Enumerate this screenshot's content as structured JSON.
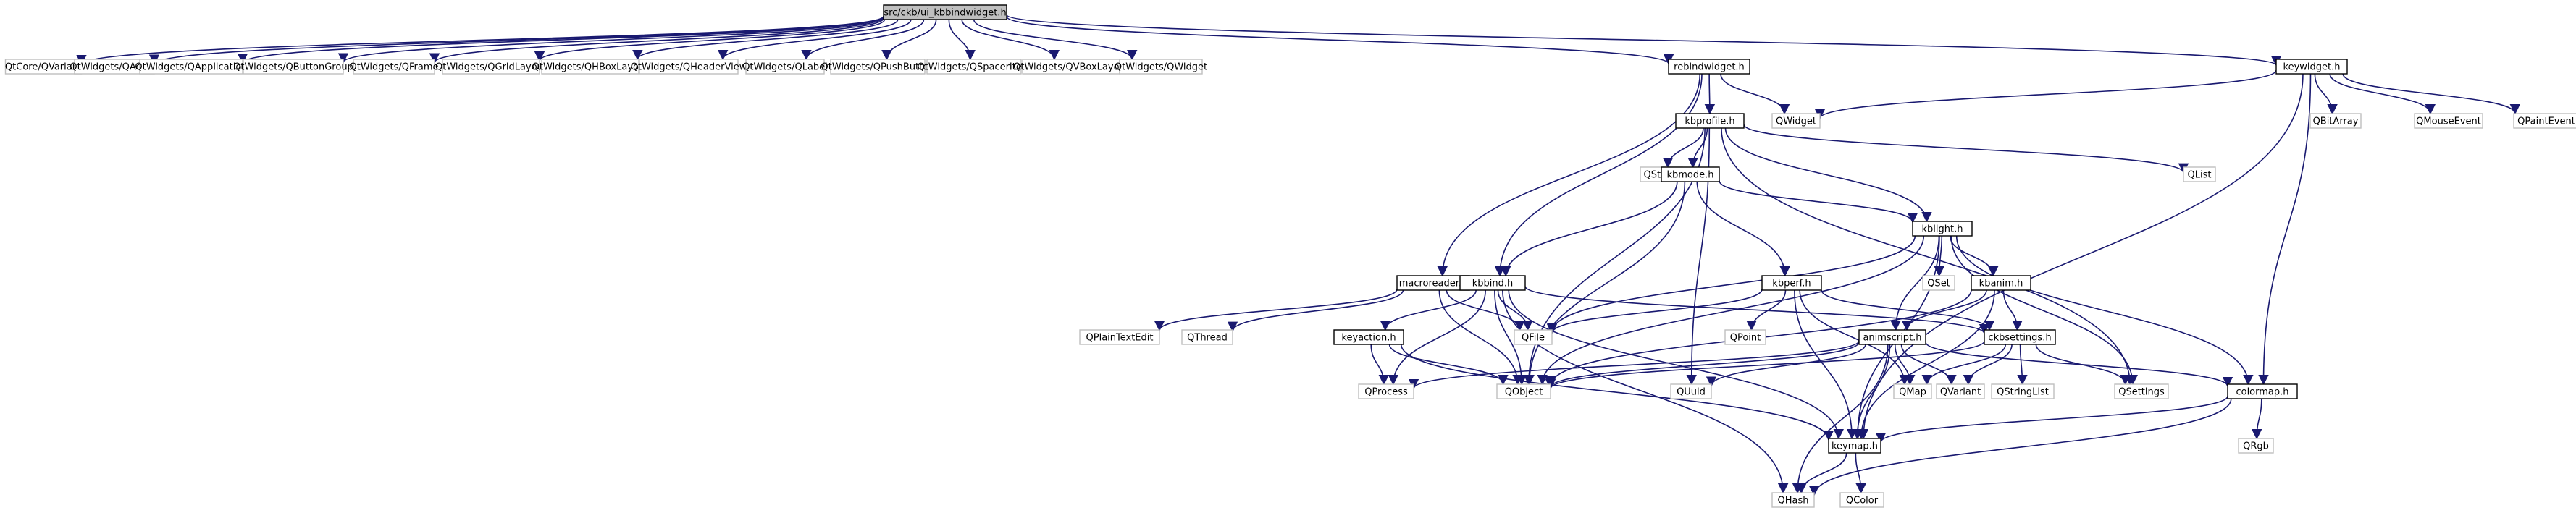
{
  "diagram": {
    "type": "include-dependency-graph",
    "colors": {
      "edge": "#191970",
      "root_fill": "#bfbfbf",
      "internal_fill": "#ffffff",
      "internal_border": "#000000",
      "external_border": "#bfbfbf",
      "external_text": "#000000"
    },
    "nodes": [
      {
        "id": "root",
        "label": "src/ckb/ui_kbbindwidget.h",
        "kind": "root"
      },
      {
        "id": "qvariant_core",
        "label": "QtCore/QVariant",
        "kind": "external"
      },
      {
        "id": "qaction",
        "label": "QtWidgets/QAction",
        "kind": "external"
      },
      {
        "id": "qapplication",
        "label": "QtWidgets/QApplication",
        "kind": "external"
      },
      {
        "id": "qbuttongroup",
        "label": "QtWidgets/QButtonGroup",
        "kind": "external"
      },
      {
        "id": "qframe",
        "label": "QtWidgets/QFrame",
        "kind": "external"
      },
      {
        "id": "qgridlayout",
        "label": "QtWidgets/QGridLayout",
        "kind": "external"
      },
      {
        "id": "qhboxlayout",
        "label": "QtWidgets/QHBoxLayout",
        "kind": "external"
      },
      {
        "id": "qheaderview",
        "label": "QtWidgets/QHeaderView",
        "kind": "external"
      },
      {
        "id": "qlabel",
        "label": "QtWidgets/QLabel",
        "kind": "external"
      },
      {
        "id": "qpushbutton",
        "label": "QtWidgets/QPushButton",
        "kind": "external"
      },
      {
        "id": "qspaceritem",
        "label": "QtWidgets/QSpacerItem",
        "kind": "external"
      },
      {
        "id": "qvboxlayout",
        "label": "QtWidgets/QVBoxLayout",
        "kind": "external"
      },
      {
        "id": "qwidget_w",
        "label": "QtWidgets/QWidget",
        "kind": "external"
      },
      {
        "id": "rebindwidget",
        "label": "rebindwidget.h",
        "kind": "internal"
      },
      {
        "id": "keywidget",
        "label": "keywidget.h",
        "kind": "internal"
      },
      {
        "id": "qwidget",
        "label": "QWidget",
        "kind": "external"
      },
      {
        "id": "qbitarray",
        "label": "QBitArray",
        "kind": "external"
      },
      {
        "id": "qmouseevent",
        "label": "QMouseEvent",
        "kind": "external"
      },
      {
        "id": "qpaintevent",
        "label": "QPaintEvent",
        "kind": "external"
      },
      {
        "id": "kbprofile",
        "label": "kbprofile.h",
        "kind": "internal"
      },
      {
        "id": "qstring",
        "label": "QString",
        "kind": "external"
      },
      {
        "id": "qlist",
        "label": "QList",
        "kind": "external"
      },
      {
        "id": "kbmode",
        "label": "kbmode.h",
        "kind": "internal"
      },
      {
        "id": "kblight",
        "label": "kblight.h",
        "kind": "internal"
      },
      {
        "id": "macroreader",
        "label": "macroreader.h",
        "kind": "internal"
      },
      {
        "id": "kbbind",
        "label": "kbbind.h",
        "kind": "internal"
      },
      {
        "id": "kbperf",
        "label": "kbperf.h",
        "kind": "internal"
      },
      {
        "id": "qset",
        "label": "QSet",
        "kind": "external"
      },
      {
        "id": "kbanim",
        "label": "kbanim.h",
        "kind": "internal"
      },
      {
        "id": "qplaintextedit",
        "label": "QPlainTextEdit",
        "kind": "external"
      },
      {
        "id": "qthread",
        "label": "QThread",
        "kind": "external"
      },
      {
        "id": "qfile",
        "label": "QFile",
        "kind": "external"
      },
      {
        "id": "qpoint",
        "label": "QPoint",
        "kind": "external"
      },
      {
        "id": "animscript",
        "label": "animscript.h",
        "kind": "internal"
      },
      {
        "id": "ckbsettings",
        "label": "ckbsettings.h",
        "kind": "internal"
      },
      {
        "id": "keyaction",
        "label": "keyaction.h",
        "kind": "internal"
      },
      {
        "id": "qmap",
        "label": "QMap",
        "kind": "external"
      },
      {
        "id": "qvariant",
        "label": "QVariant",
        "kind": "external"
      },
      {
        "id": "qstringlist",
        "label": "QStringList",
        "kind": "external"
      },
      {
        "id": "qsettings",
        "label": "QSettings",
        "kind": "external"
      },
      {
        "id": "colormap",
        "label": "colormap.h",
        "kind": "internal"
      },
      {
        "id": "qprocess",
        "label": "QProcess",
        "kind": "external"
      },
      {
        "id": "qobject",
        "label": "QObject",
        "kind": "external"
      },
      {
        "id": "quuid",
        "label": "QUuid",
        "kind": "external"
      },
      {
        "id": "qrgb",
        "label": "QRgb",
        "kind": "external"
      },
      {
        "id": "keymap",
        "label": "keymap.h",
        "kind": "internal"
      },
      {
        "id": "qhash",
        "label": "QHash",
        "kind": "external"
      },
      {
        "id": "qcolor",
        "label": "QColor",
        "kind": "external"
      }
    ],
    "edges": [
      [
        "root",
        "qvariant_core"
      ],
      [
        "root",
        "qaction"
      ],
      [
        "root",
        "qapplication"
      ],
      [
        "root",
        "qbuttongroup"
      ],
      [
        "root",
        "qframe"
      ],
      [
        "root",
        "qgridlayout"
      ],
      [
        "root",
        "qhboxlayout"
      ],
      [
        "root",
        "qheaderview"
      ],
      [
        "root",
        "qlabel"
      ],
      [
        "root",
        "qpushbutton"
      ],
      [
        "root",
        "qspaceritem"
      ],
      [
        "root",
        "qvboxlayout"
      ],
      [
        "root",
        "qwidget_w"
      ],
      [
        "root",
        "rebindwidget"
      ],
      [
        "root",
        "keywidget"
      ],
      [
        "rebindwidget",
        "qwidget"
      ],
      [
        "rebindwidget",
        "kbprofile"
      ],
      [
        "rebindwidget",
        "macroreader"
      ],
      [
        "rebindwidget",
        "kbbind"
      ],
      [
        "keywidget",
        "qwidget"
      ],
      [
        "keywidget",
        "qbitarray"
      ],
      [
        "keywidget",
        "qmouseevent"
      ],
      [
        "keywidget",
        "qpaintevent"
      ],
      [
        "keywidget",
        "colormap"
      ],
      [
        "keywidget",
        "keymap"
      ],
      [
        "kbprofile",
        "qstring"
      ],
      [
        "kbprofile",
        "qlist"
      ],
      [
        "kbprofile",
        "kbmode"
      ],
      [
        "kbprofile",
        "kblight"
      ],
      [
        "kbprofile",
        "qobject"
      ],
      [
        "kbprofile",
        "quuid"
      ],
      [
        "kbprofile",
        "qsettings"
      ],
      [
        "kbmode",
        "kbbind"
      ],
      [
        "kbmode",
        "kbperf"
      ],
      [
        "kbmode",
        "kblight"
      ],
      [
        "kbmode",
        "qobject"
      ],
      [
        "kblight",
        "qset"
      ],
      [
        "kblight",
        "kbanim"
      ],
      [
        "kblight",
        "animscript"
      ],
      [
        "kblight",
        "qfile"
      ],
      [
        "kblight",
        "qobject"
      ],
      [
        "kblight",
        "colormap"
      ],
      [
        "kblight",
        "qsettings"
      ],
      [
        "kblight",
        "keymap"
      ],
      [
        "macroreader",
        "qplaintextedit"
      ],
      [
        "macroreader",
        "qthread"
      ],
      [
        "macroreader",
        "qfile"
      ],
      [
        "macroreader",
        "qobject"
      ],
      [
        "kbbind",
        "keyaction"
      ],
      [
        "kbbind",
        "qfile"
      ],
      [
        "kbbind",
        "qobject"
      ],
      [
        "kbbind",
        "ckbsettings"
      ],
      [
        "kbbind",
        "keymap"
      ],
      [
        "kbbind",
        "qprocess"
      ],
      [
        "kbbind",
        "qhash"
      ],
      [
        "kbperf",
        "qpoint"
      ],
      [
        "kbperf",
        "qfile"
      ],
      [
        "kbperf",
        "ckbsettings"
      ],
      [
        "kbperf",
        "keymap"
      ],
      [
        "kbperf",
        "qmap"
      ],
      [
        "kbanim",
        "animscript"
      ],
      [
        "kbanim",
        "ckbsettings"
      ],
      [
        "kbanim",
        "qobject"
      ],
      [
        "kbanim",
        "keymap"
      ],
      [
        "animscript",
        "qmap"
      ],
      [
        "animscript",
        "qvariant"
      ],
      [
        "animscript",
        "qobject"
      ],
      [
        "animscript",
        "quuid"
      ],
      [
        "animscript",
        "qprocess"
      ],
      [
        "animscript",
        "colormap"
      ],
      [
        "animscript",
        "keymap"
      ],
      [
        "animscript",
        "qhash"
      ],
      [
        "ckbsettings",
        "qmap"
      ],
      [
        "ckbsettings",
        "qvariant"
      ],
      [
        "ckbsettings",
        "qstringlist"
      ],
      [
        "ckbsettings",
        "qsettings"
      ],
      [
        "ckbsettings",
        "qobject"
      ],
      [
        "keyaction",
        "qprocess"
      ],
      [
        "keyaction",
        "qobject"
      ],
      [
        "keyaction",
        "keymap"
      ],
      [
        "colormap",
        "qrgb"
      ],
      [
        "colormap",
        "keymap"
      ],
      [
        "colormap",
        "qhash"
      ],
      [
        "keymap",
        "qhash"
      ],
      [
        "keymap",
        "qcolor"
      ]
    ]
  }
}
